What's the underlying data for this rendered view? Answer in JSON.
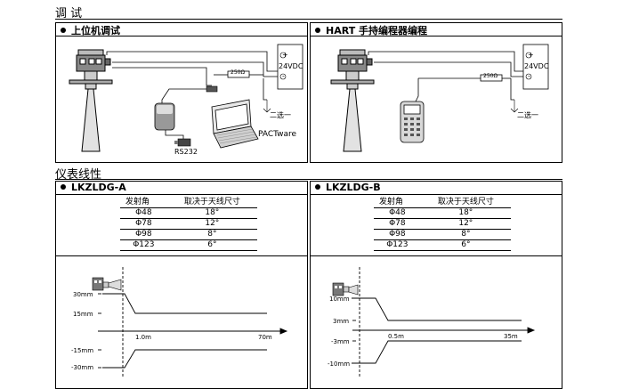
{
  "section_debug": {
    "title": "调   试"
  },
  "panel_upper": {
    "title": "上位机调试",
    "voltage": "24VDC",
    "resistor": "250Ω",
    "plus": "+",
    "minus": "-",
    "select_label": "二选一",
    "rs232": "RS232",
    "software": "PACTware"
  },
  "panel_hart": {
    "title": "HART 手持编程器编程",
    "voltage": "24VDC",
    "resistor": "250Ω",
    "plus": "+",
    "minus": "-",
    "select_label": "二选一"
  },
  "section_line": {
    "title": "仪表线性"
  },
  "panel_a": {
    "title": "LKZLDG-A",
    "table": {
      "headers": [
        "发射角",
        "取决于天线尺寸"
      ],
      "rows": [
        [
          "Φ48",
          "18°"
        ],
        [
          "Φ78",
          "12°"
        ],
        [
          "Φ98",
          "8°"
        ],
        [
          "Φ123",
          "6°"
        ]
      ]
    },
    "plot": {
      "y_labels": [
        "30mm",
        "15mm",
        "-15mm",
        "-30mm"
      ],
      "x_start": "1.0m",
      "x_end": "70m"
    }
  },
  "panel_b": {
    "title": "LKZLDG-B",
    "table": {
      "headers": [
        "发射角",
        "取决于天线尺寸"
      ],
      "rows": [
        [
          "Φ48",
          "18°"
        ],
        [
          "Φ78",
          "12°"
        ],
        [
          "Φ98",
          "8°"
        ],
        [
          "Φ123",
          "6°"
        ]
      ]
    },
    "plot": {
      "y_labels": [
        "10mm",
        "3mm",
        "-3mm",
        "-10mm"
      ],
      "x_start": "0.5m",
      "x_end": "35m"
    }
  }
}
